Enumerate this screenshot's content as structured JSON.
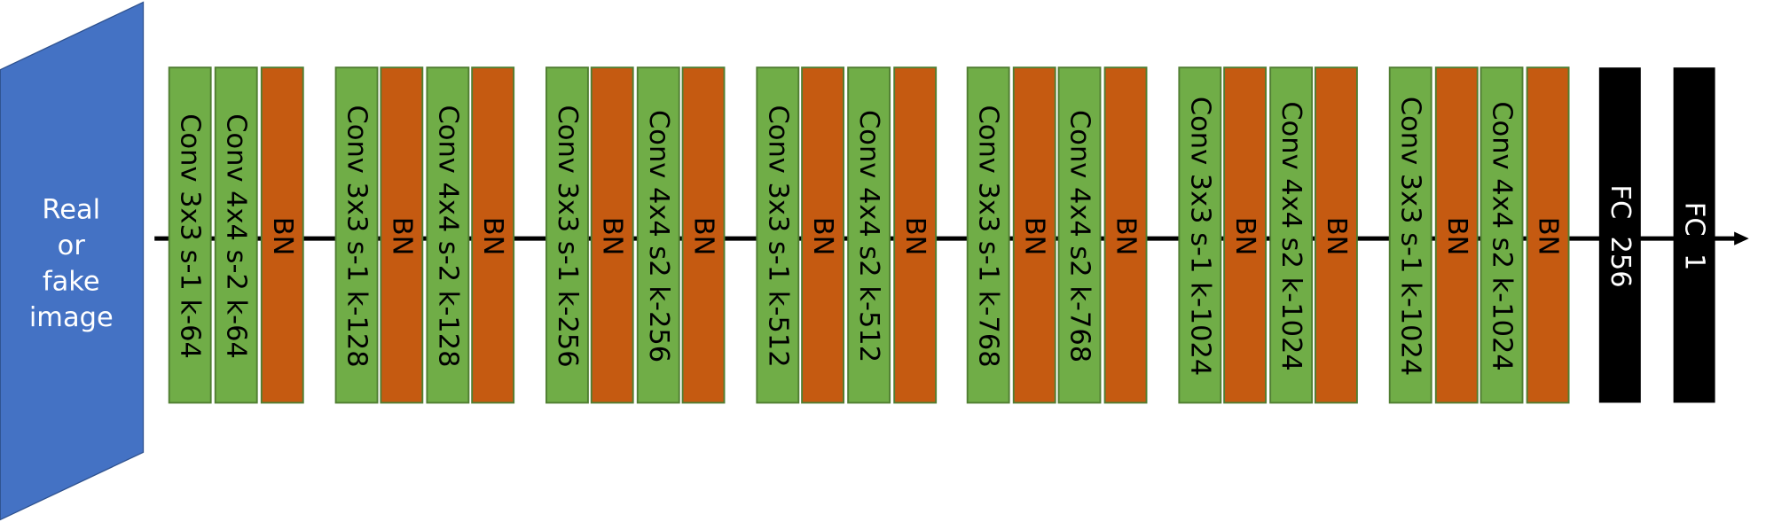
{
  "input": {
    "lines": [
      "Real",
      "or",
      "fake",
      "image"
    ],
    "color": "#4472C4"
  },
  "colors": {
    "conv": "#70AD47",
    "conv_border": "#507E32",
    "bn": "#C55A11",
    "bn_border": "#507E32",
    "fc": "#000000",
    "arrow": "#000000"
  },
  "groups": [
    {
      "layers": [
        {
          "type": "conv",
          "label": "Conv 3x3 s-1 k-64"
        },
        {
          "type": "conv",
          "label": "Conv 4x4 s-2 k-64"
        },
        {
          "type": "bn",
          "label": "BN"
        }
      ]
    },
    {
      "layers": [
        {
          "type": "conv",
          "label": "Conv 3x3 s-1 k-128"
        },
        {
          "type": "bn",
          "label": "BN"
        },
        {
          "type": "conv",
          "label": "Conv 4x4 s-2 k-128"
        },
        {
          "type": "bn",
          "label": "BN"
        }
      ]
    },
    {
      "layers": [
        {
          "type": "conv",
          "label": "Conv 3x3 s-1 k-256"
        },
        {
          "type": "bn",
          "label": "BN"
        },
        {
          "type": "conv",
          "label": "Conv 4x4 s2 k-256"
        },
        {
          "type": "bn",
          "label": "BN"
        }
      ]
    },
    {
      "layers": [
        {
          "type": "conv",
          "label": "Conv 3x3 s-1 k-512"
        },
        {
          "type": "bn",
          "label": "BN"
        },
        {
          "type": "conv",
          "label": "Conv 4x4 s2 k-512"
        },
        {
          "type": "bn",
          "label": "BN"
        }
      ]
    },
    {
      "layers": [
        {
          "type": "conv",
          "label": "Conv 3x3 s-1 k-768"
        },
        {
          "type": "bn",
          "label": "BN"
        },
        {
          "type": "conv",
          "label": "Conv 4x4 s2 k-768"
        },
        {
          "type": "bn",
          "label": "BN"
        }
      ]
    },
    {
      "layers": [
        {
          "type": "conv",
          "label": "Conv 3x3 s-1 k-1024"
        },
        {
          "type": "bn",
          "label": "BN"
        },
        {
          "type": "conv",
          "label": "Conv 4x4 s2 k-1024"
        },
        {
          "type": "bn",
          "label": "BN"
        }
      ]
    },
    {
      "layers": [
        {
          "type": "conv",
          "label": "Conv 3x3 s-1 k-1024"
        },
        {
          "type": "bn",
          "label": "BN"
        },
        {
          "type": "conv",
          "label": "Conv 4x4 s2 k-1024"
        },
        {
          "type": "bn",
          "label": "BN"
        }
      ]
    },
    {
      "layers": [
        {
          "type": "fc",
          "label": "FC  256"
        }
      ]
    },
    {
      "layers": [
        {
          "type": "fc",
          "label": "FC  1"
        }
      ]
    }
  ]
}
